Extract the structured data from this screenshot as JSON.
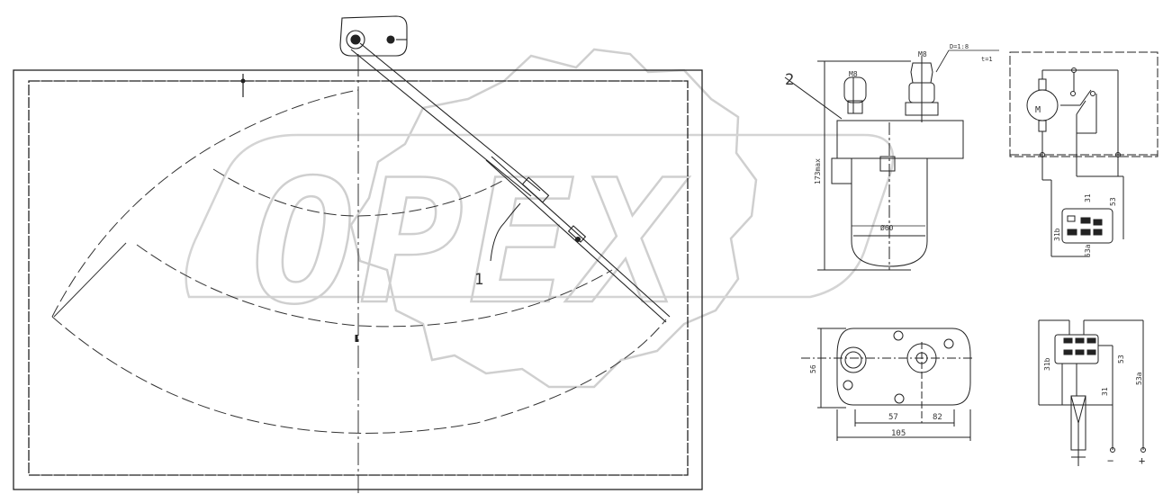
{
  "callouts": {
    "item1": "1",
    "item2": "2"
  },
  "watermark": {
    "text": "OPEX",
    "color": "#d9d9d9"
  },
  "motor": {
    "thread_left": "M8",
    "thread_right": "M8",
    "thread_note_a": "D=1:8",
    "thread_note_b": "t=1",
    "height_dim": "173max",
    "diameter_dim": "Ø60",
    "symbol": "M"
  },
  "bottom_view": {
    "dim_height": "56",
    "dim_a": "57",
    "dim_b": "82",
    "dim_total": "105"
  },
  "connector_top": {
    "pin_53": "53",
    "pin_31": "31",
    "pin_31b": "31b",
    "pin_53a": "53a"
  },
  "connector_bottom": {
    "pin_31b": "31b",
    "pin_53": "53",
    "pin_53a": "53a",
    "pin_31": "31",
    "minus": "−",
    "plus": "+"
  },
  "colors": {
    "line": "#222222",
    "light_line": "#555555"
  }
}
